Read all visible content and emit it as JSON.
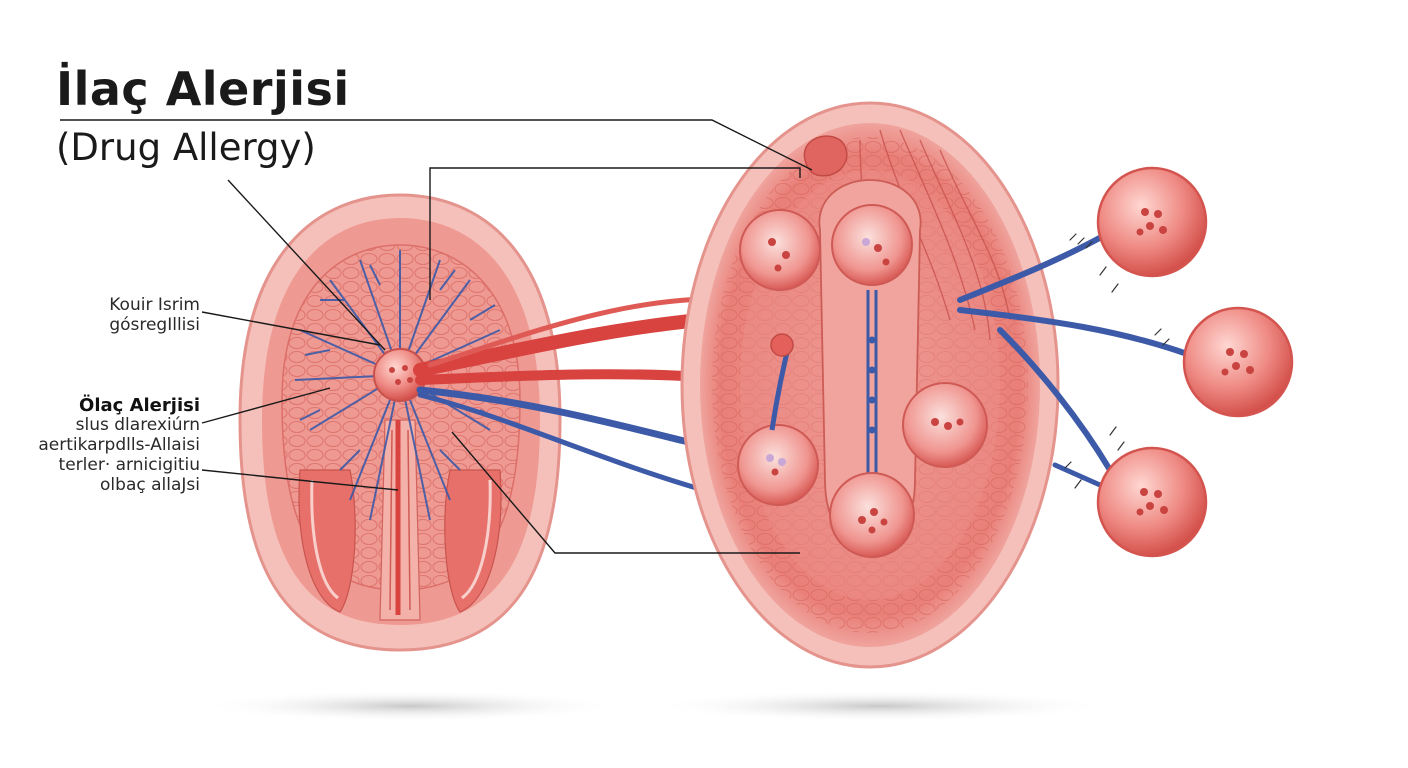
{
  "title": "İlaç Alerjisi",
  "subtitle": "(Drug Allergy)",
  "labels": {
    "group1": [
      "Kouir Isrim",
      "gósregIllisi"
    ],
    "group2_heading": "Ölaç Alerjisi",
    "group2": [
      "sl⁠us dlarexiúrn",
      "aertikarpdlls-Allaisi",
      "terler· arnicigitiu",
      "olbaç allaJsi"
    ]
  },
  "colors": {
    "tissue": "#e9827b",
    "tissue_light": "#f6c3bd",
    "vessel_red": "#d8423f",
    "vessel_blue": "#3d5aa8",
    "cell": "#ec6f6b"
  }
}
